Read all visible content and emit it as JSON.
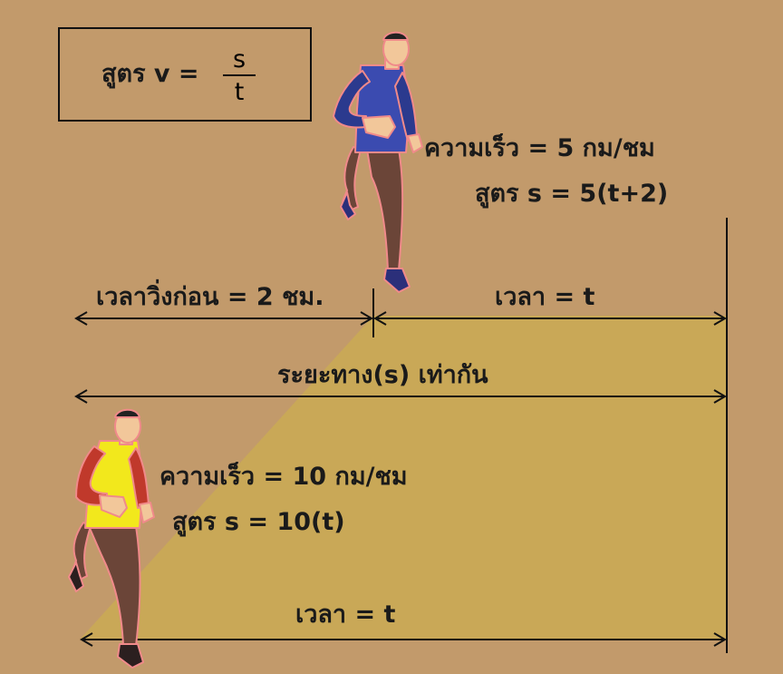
{
  "colors": {
    "background": "#c29a6b",
    "area": "#c9a857",
    "runner_top_shirt": "#3b4bb0",
    "runner_bottom_shirt": "#f2e81c",
    "sleeve": "#c0392b",
    "pants": "#6b4538",
    "skin": "#f2c79a",
    "outline": "#f08a8a"
  },
  "formula": {
    "prefix": "สูตร v =",
    "numerator": "s",
    "denominator": "t"
  },
  "runner_a": {
    "speed": "ความเร็ว = 5 กม/ชม",
    "formula": "สูตร s = 5(t+2)"
  },
  "runner_b": {
    "speed": "ความเร็ว = 10 กม/ชม",
    "formula": "สูตร s = 10(t)"
  },
  "head_start": "เวลาวิ่งก่อน = 2 ชม.",
  "time_a": "เวลา = t",
  "distance": "ระยะทาง(s) เท่ากัน",
  "time_b": "เวลา = t",
  "icons": [
    "runner-blue-icon",
    "runner-yellow-icon",
    "double-arrow-icon"
  ]
}
